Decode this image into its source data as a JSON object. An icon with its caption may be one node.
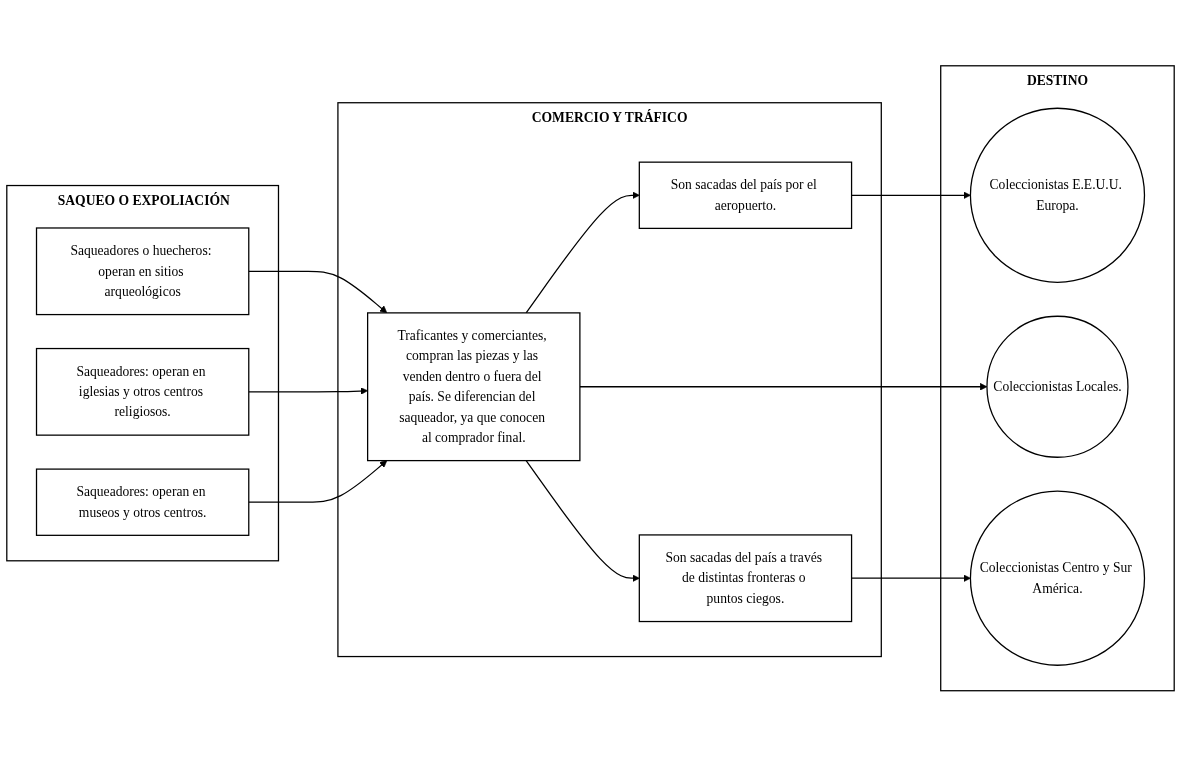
{
  "diagram": {
    "nodes": [
      {
        "text": [
          "SAQUEO O EXPOLIACIÓN"
        ]
      },
      {
        "text": [
          "Saqueadores o huecheros: operan en sitios arqueológicos"
        ],
        "in": 0
      },
      {
        "text": [
          "Saqueadores: operan en iglesias y otros centros religiosos."
        ],
        "in": 0
      },
      {
        "text": [
          "Saqueadores: operan en museos y otros centros."
        ],
        "in": 0
      },
      {
        "text": [
          "COMERCIO Y TRÁFICO"
        ]
      },
      {
        "text": [
          "Traficantes y comerciantes, compran las piezas y las venden dentro o fuera del país. Se diferencian del saqueador, ya que conocen al comprador final."
        ],
        "in": 4
      },
      {
        "text": [
          "Son sacadas del país por el aeropuerto."
        ],
        "in": 4
      },
      {
        "text": [
          "Son sacadas del país a través de distintas fronteras o puntos ciegos."
        ],
        "in": 4
      },
      {
        "text": [
          "DESTINO"
        ]
      },
      {
        "text": [
          "Coleccionistas E.E.U.U. Europa."
        ],
        "in": 8
      },
      {
        "text": [
          "Coleccionistas Locales."
        ],
        "in": 8
      },
      {
        "text": [
          "Coleccionistas Centro y Sur América."
        ],
        "in": 8
      }
    ],
    "edges": [
      {
        "from": 1,
        "to": 5,
        "arrow": "to"
      },
      {
        "from": 2,
        "to": 5,
        "arrow": "to"
      },
      {
        "from": 3,
        "to": 5,
        "arrow": "to"
      },
      {
        "from": 5,
        "to": 6,
        "arrow": "to"
      },
      {
        "from": 5,
        "to": 10,
        "arrow": "to"
      },
      {
        "from": 5,
        "to": 7,
        "arrow": "to"
      },
      {
        "from": 6,
        "to": 9,
        "arrow": "to"
      },
      {
        "from": 7,
        "to": 11,
        "arrow": "to"
      }
    ]
  }
}
